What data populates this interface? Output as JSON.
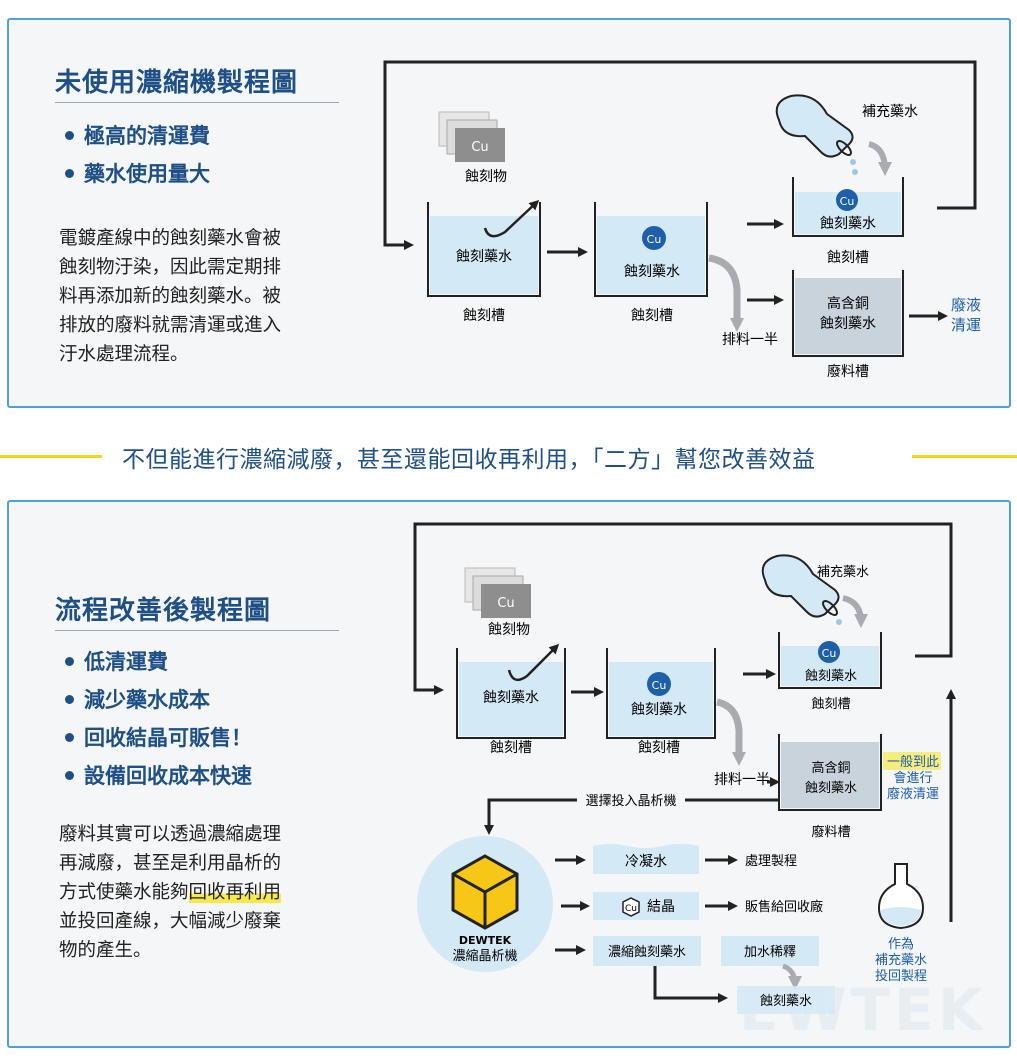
{
  "panel1": {
    "title": "未使用濃縮機製程圖",
    "bullets": [
      "極高的清運費",
      "藥水使用量大"
    ],
    "paragraph": [
      "電鍍產線中的蝕刻藥水會被",
      "蝕刻物汙染，因此需定期排",
      "料再添加新的蝕刻藥水。被",
      "排放的廢料就需清運或進入",
      "汙水處理流程。"
    ],
    "diagram": {
      "etchant_label": "蝕刻物",
      "cu": "Cu",
      "tank_liquid": "蝕刻藥水",
      "tank_label": "蝕刻槽",
      "replenish": "補充藥水",
      "discharge": "排料一半",
      "waste_liquid_1": "高含銅",
      "waste_liquid_2": "蝕刻藥水",
      "waste_tank": "廢料槽",
      "waste_out_1": "廢液",
      "waste_out_2": "清運"
    }
  },
  "separator": "不但能進行濃縮減廢，甚至還能回收再利用，「二方」幫您改善效益",
  "panel2": {
    "title": "流程改善後製程圖",
    "bullets": [
      "低清運費",
      "減少藥水成本",
      "回收結晶可販售！",
      "設備回收成本快速"
    ],
    "paragraph": [
      "廢料其實可以透過濃縮處理",
      "再減廢，甚至是利用晶析的",
      "方式使藥水能夠",
      "回收再利用",
      "並投回產線，大幅減少廢棄",
      "物的產生。"
    ],
    "diagram": {
      "etchant_label": "蝕刻物",
      "cu": "Cu",
      "tank_liquid": "蝕刻藥水",
      "tank_label": "蝕刻槽",
      "replenish": "補充藥水",
      "discharge": "排料一半",
      "waste_liquid_1": "高含銅",
      "waste_liquid_2": "蝕刻藥水",
      "waste_tank": "廢料槽",
      "note": [
        "一般到此",
        "會進行",
        "廢液清運"
      ],
      "select_line": "選擇投入晶析機",
      "machine_brand": "DEWTEK",
      "machine_name": "濃縮晶析機",
      "out_condensate": "冷凝水",
      "out_condensate_dest": "處理製程",
      "out_crystal": "結晶",
      "out_crystal_dest": "販售給回收廠",
      "out_concentrate": "濃縮蝕刻藥水",
      "dilute": "加水稀釋",
      "final_etchant": "蝕刻藥水",
      "flask_label": [
        "作為",
        "補充藥水",
        "投回製程"
      ],
      "watermark": "EWTEK"
    }
  },
  "colors": {
    "title_blue": "#1e4f86",
    "border_blue": "#4da3d9",
    "liquid": "#d4e9f6",
    "cu_blue": "#1d5fa8",
    "highlight_yellow": "#f7e94a",
    "separator_yellow": "#f4d51a",
    "arrow_gray": "#a8acb0"
  }
}
